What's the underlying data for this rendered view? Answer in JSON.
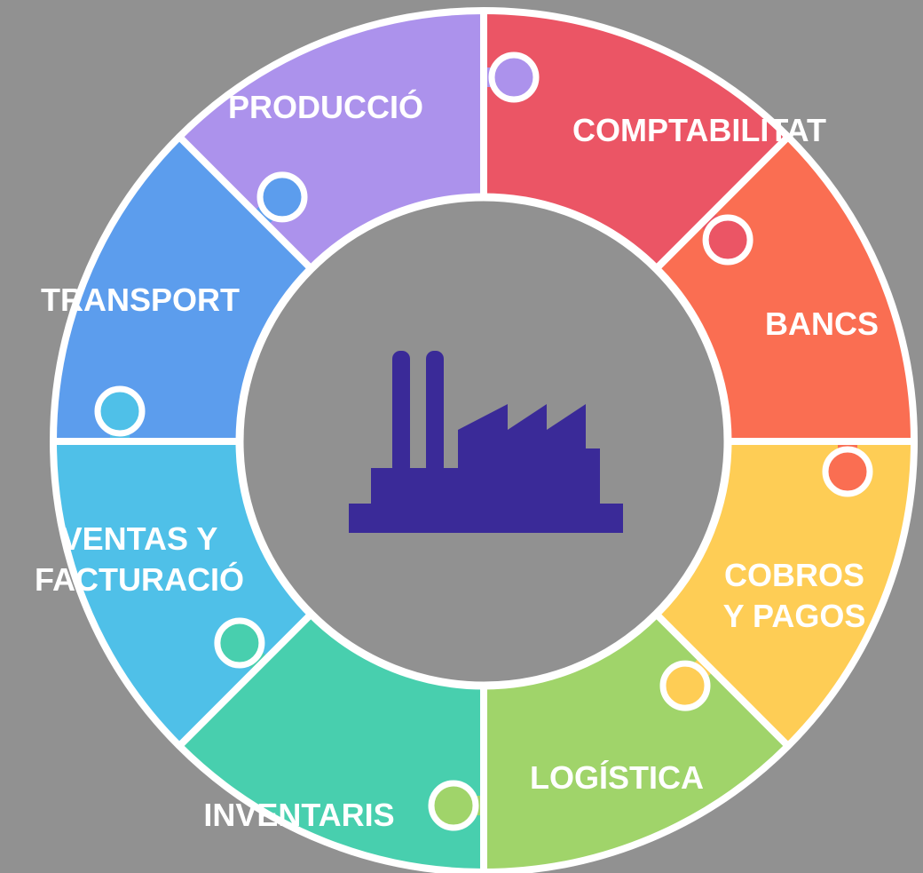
{
  "background": "#919191",
  "center_icon": "factory-icon",
  "center_icon_color": "#3a2a98",
  "segments": [
    {
      "id": "comptabilitat",
      "label": "COMPTABILITAT",
      "color": "#eb5565"
    },
    {
      "id": "bancs",
      "label": "BANCS",
      "color": "#fa6e52"
    },
    {
      "id": "cobros",
      "lines": [
        "COBROS",
        "Y PAGOS"
      ],
      "color": "#fecd55"
    },
    {
      "id": "logistica",
      "label": "LOGÍSTICA",
      "color": "#a0d46a"
    },
    {
      "id": "inventaris",
      "label": "INVENTARIS",
      "color": "#48cfae"
    },
    {
      "id": "ventas",
      "lines": [
        "VENTAS Y",
        "FACTURACIÓ"
      ],
      "color": "#4fc0e8"
    },
    {
      "id": "transport",
      "label": "TRANSPORT",
      "color": "#5c9ded"
    },
    {
      "id": "produccio",
      "label": "PRODUCCIÓ",
      "color": "#ac92ec"
    }
  ]
}
